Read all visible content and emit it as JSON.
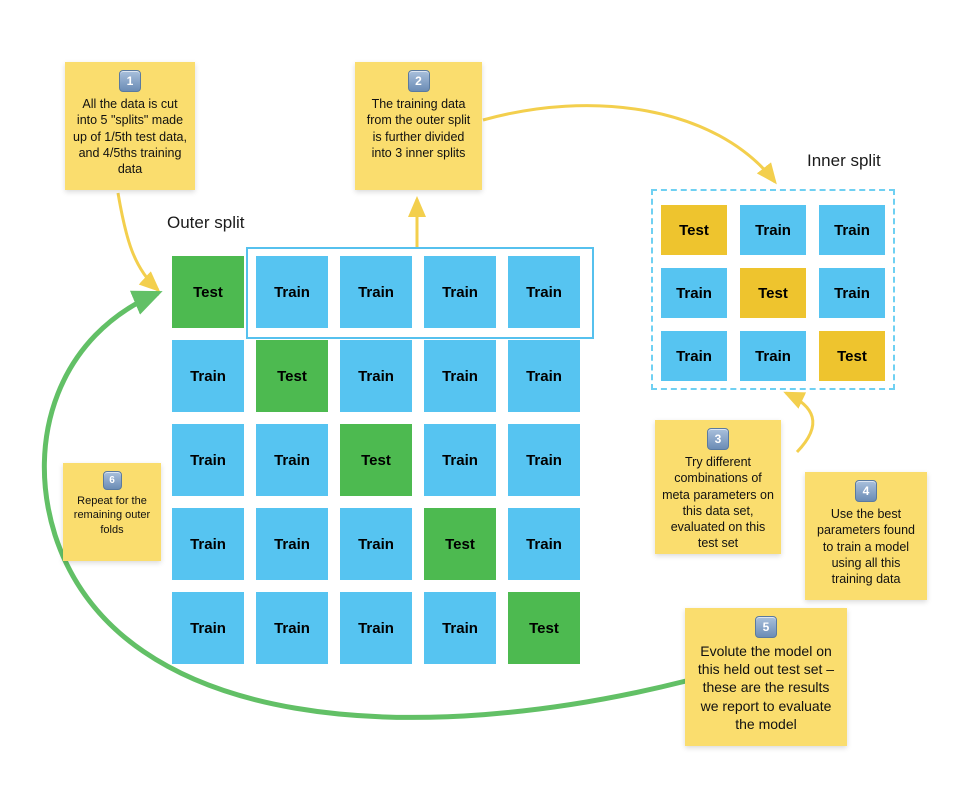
{
  "labels": {
    "outer_split": "Outer split",
    "inner_split": "Inner split"
  },
  "outer_grid": {
    "rows": [
      [
        "Test",
        "Train",
        "Train",
        "Train",
        "Train"
      ],
      [
        "Train",
        "Test",
        "Train",
        "Train",
        "Train"
      ],
      [
        "Train",
        "Train",
        "Test",
        "Train",
        "Train"
      ],
      [
        "Train",
        "Train",
        "Train",
        "Test",
        "Train"
      ],
      [
        "Train",
        "Train",
        "Train",
        "Train",
        "Test"
      ]
    ]
  },
  "inner_grid": {
    "rows": [
      [
        "Test",
        "Train",
        "Train"
      ],
      [
        "Train",
        "Test",
        "Train"
      ],
      [
        "Train",
        "Train",
        "Test"
      ]
    ]
  },
  "notes": [
    {
      "num": "1",
      "text": "All the data is cut into 5 \"splits\" made up of 1/5th test data, and 4/5ths training data"
    },
    {
      "num": "2",
      "text": "The training data from the outer split is further divided into 3 inner splits"
    },
    {
      "num": "3",
      "text": "Try different combinations of meta parameters on this data set, evaluated on this test set"
    },
    {
      "num": "4",
      "text": "Use the best parameters found to train a model using  all this training data"
    },
    {
      "num": "5",
      "text": "Evolute the model on this held out test set – these are the results we report to evaluate the model"
    },
    {
      "num": "6",
      "text": "Repeat for the remaining outer folds"
    }
  ],
  "colors": {
    "train_blue": "#56c4f1",
    "test_green": "#4dba50",
    "test_yellow": "#eec42e",
    "note_yellow": "#fadd6e",
    "arrow_yellow": "#f3cf4d",
    "arrow_green": "#62c066",
    "dashed_border": "#6fd0f2",
    "outline_blue": "#56c1ee"
  }
}
